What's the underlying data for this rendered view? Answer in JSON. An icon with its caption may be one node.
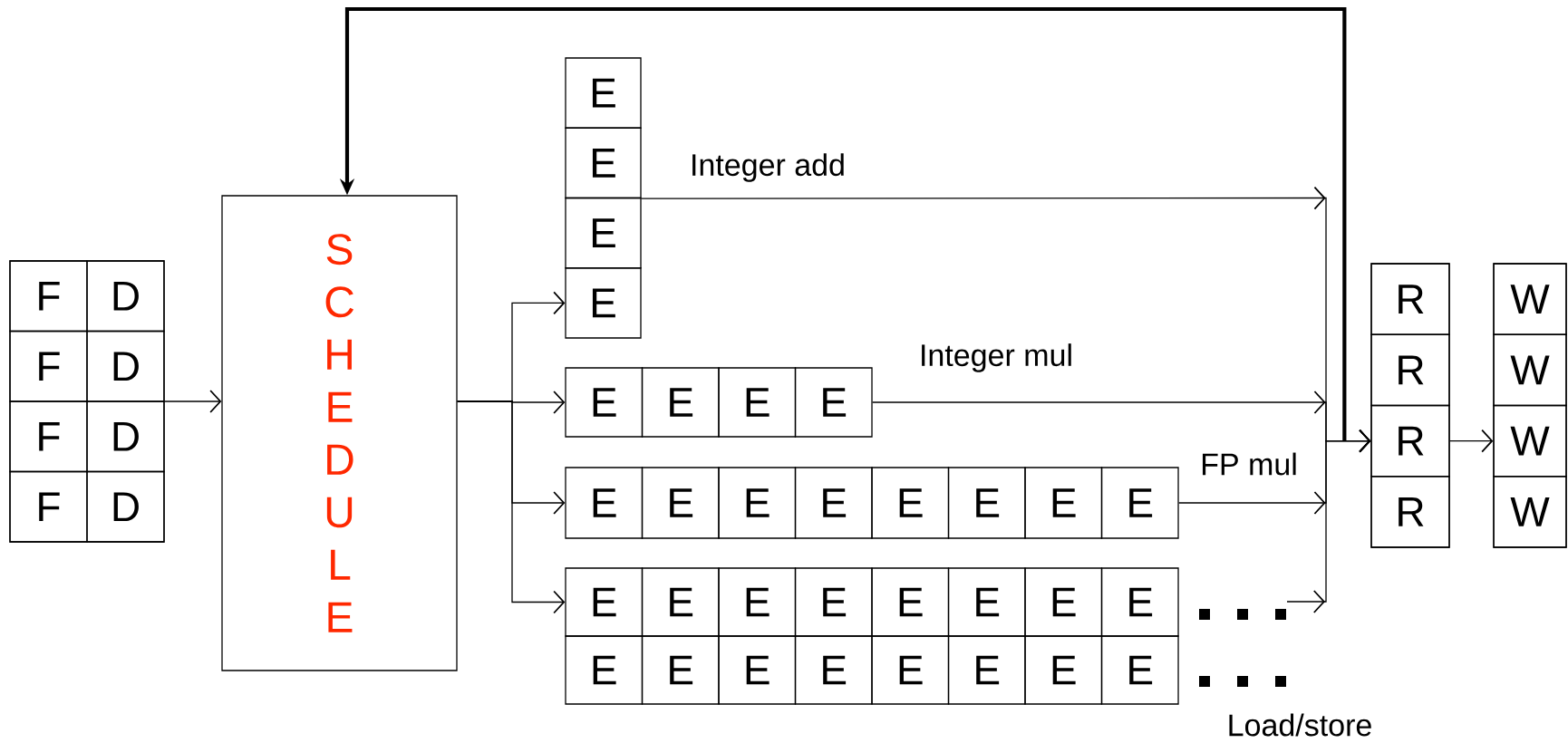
{
  "diagram": {
    "nodes": [
      {
        "text": [],
        "shape": "box"
      },
      {
        "text": [
          "F"
        ],
        "in": 0
      },
      {
        "text": [
          "D"
        ],
        "in": 0
      },
      {
        "text": [
          "F"
        ],
        "in": 0
      },
      {
        "text": [
          "D"
        ],
        "in": 0
      },
      {
        "text": [
          "F"
        ],
        "in": 0
      },
      {
        "text": [
          "D"
        ],
        "in": 0
      },
      {
        "text": [
          "F"
        ],
        "in": 0
      },
      {
        "text": [
          "D"
        ],
        "in": 0
      },
      {
        "text": [
          "SCHEDULE"
        ]
      },
      {
        "text": [
          "E"
        ]
      },
      {
        "text": [
          "E"
        ]
      },
      {
        "text": [
          "E"
        ]
      },
      {
        "text": [
          "E"
        ]
      },
      {
        "text": [
          "E"
        ]
      },
      {
        "text": [
          "E"
        ]
      },
      {
        "text": [
          "E"
        ]
      },
      {
        "text": [
          "E"
        ]
      },
      {
        "text": [
          "E"
        ]
      },
      {
        "text": [
          "E"
        ]
      },
      {
        "text": [
          "E"
        ]
      },
      {
        "text": [
          "E"
        ]
      },
      {
        "text": [
          "E"
        ]
      },
      {
        "text": [
          "E"
        ]
      },
      {
        "text": [
          "E"
        ]
      },
      {
        "text": [
          "E"
        ]
      },
      {
        "text": [
          "E"
        ]
      },
      {
        "text": [
          "E"
        ]
      },
      {
        "text": [
          "E"
        ]
      },
      {
        "text": [
          "E"
        ]
      },
      {
        "text": [
          "E"
        ]
      },
      {
        "text": [
          "E"
        ]
      },
      {
        "text": [
          "E"
        ]
      },
      {
        "text": [
          "E"
        ]
      },
      {
        "text": [
          "E"
        ]
      },
      {
        "text": [
          "E"
        ]
      },
      {
        "text": [
          "E"
        ]
      },
      {
        "text": [
          "E"
        ]
      },
      {
        "text": [
          "E"
        ]
      },
      {
        "text": [
          "E"
        ]
      },
      {
        "text": [
          "E"
        ]
      },
      {
        "text": [
          "E"
        ]
      },
      {
        "text": [],
        "shape": "box"
      },
      {
        "text": [
          "R"
        ],
        "in": 42
      },
      {
        "text": [
          "R"
        ],
        "in": 42
      },
      {
        "text": [
          "R"
        ],
        "in": 42
      },
      {
        "text": [
          "R"
        ],
        "in": 42
      },
      {
        "text": [],
        "shape": "box"
      },
      {
        "text": [
          "W"
        ],
        "in": 47
      },
      {
        "text": [
          "W"
        ],
        "in": 47
      },
      {
        "text": [
          "W"
        ],
        "in": 47
      },
      {
        "text": [
          "W"
        ],
        "in": 47
      }
    ],
    "edges": [
      {
        "from": 0,
        "to": 9,
        "arrow": "to"
      },
      {
        "from": 9,
        "to": 13,
        "arrow": "to"
      },
      {
        "from": 9,
        "to": 14,
        "arrow": "to"
      },
      {
        "from": 9,
        "to": 18,
        "arrow": "to"
      },
      {
        "from": 9,
        "to": 26,
        "arrow": "to"
      },
      {
        "from": 11,
        "to": 45,
        "arrow": "to"
      },
      {
        "from": 17,
        "to": 45,
        "arrow": "to"
      },
      {
        "from": 25,
        "to": 45,
        "arrow": "to"
      },
      {
        "from": null,
        "to": 45,
        "arrow": "to"
      },
      {
        "from": 45,
        "to": 9,
        "arrow": "to",
        "style": "thick"
      },
      {
        "from": 45,
        "to": 50,
        "arrow": "to"
      }
    ],
    "labels": [
      "Integer add",
      "Integer mul",
      "FP mul",
      "Load/store"
    ]
  }
}
